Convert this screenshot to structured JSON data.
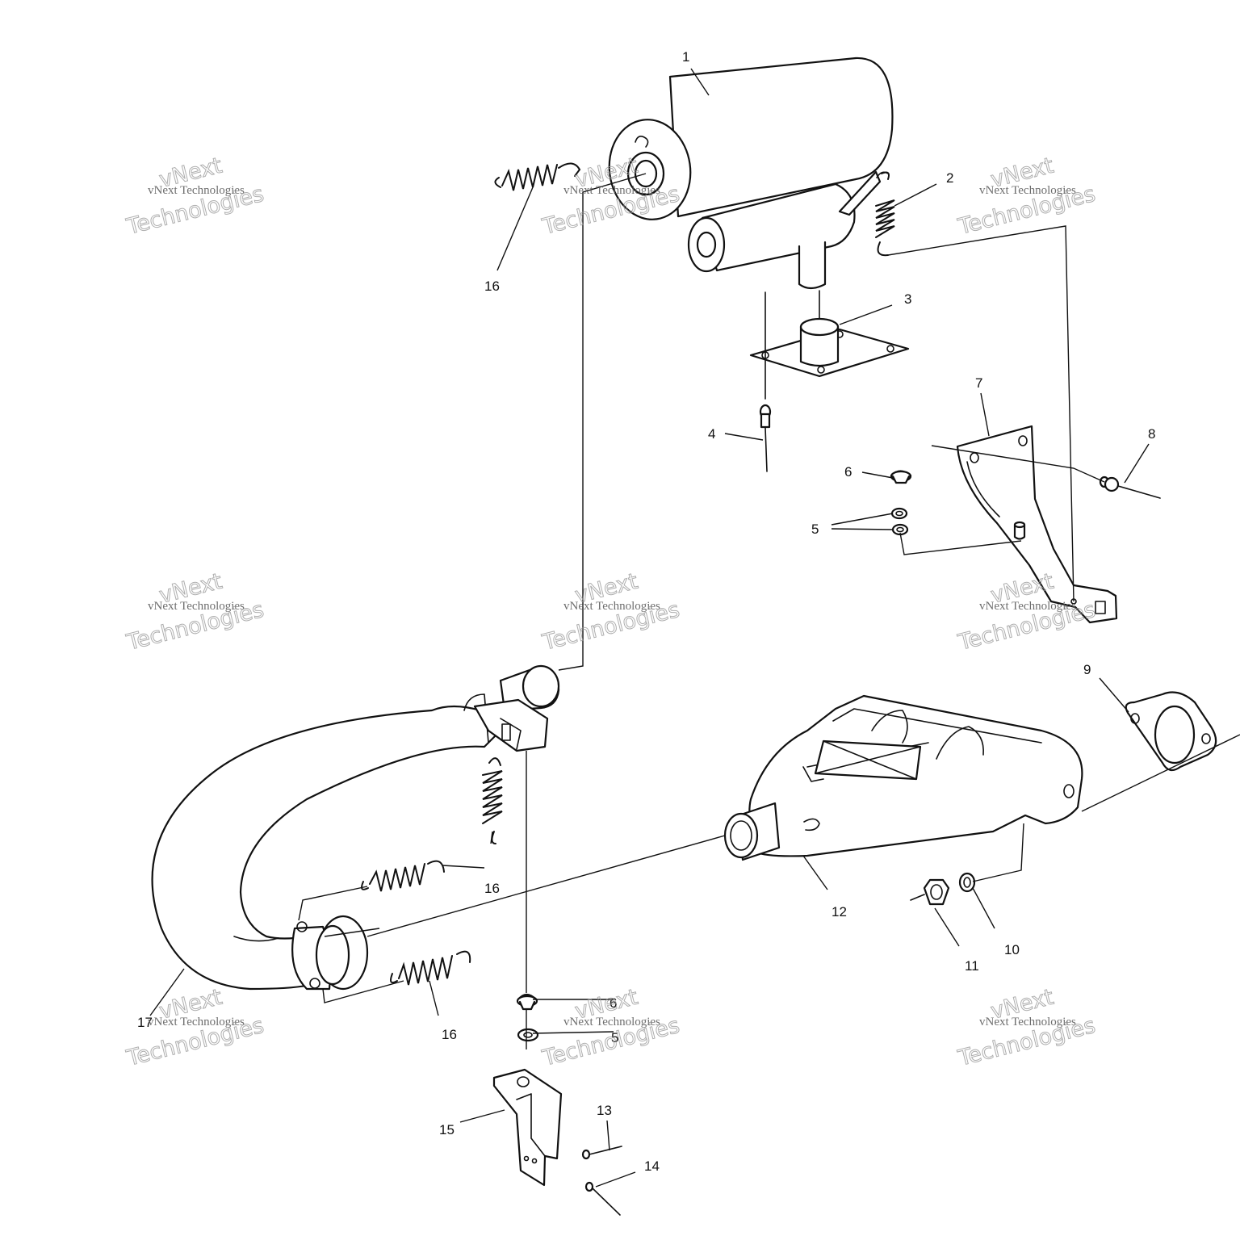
{
  "callouts": [
    {
      "id": "c1",
      "text": "1"
    },
    {
      "id": "c2",
      "text": "2"
    },
    {
      "id": "c3",
      "text": "3"
    },
    {
      "id": "c4",
      "text": "4"
    },
    {
      "id": "c5a",
      "text": "5"
    },
    {
      "id": "c5b",
      "text": "5"
    },
    {
      "id": "c6a",
      "text": "6"
    },
    {
      "id": "c6b",
      "text": "6"
    },
    {
      "id": "c7",
      "text": "7"
    },
    {
      "id": "c8",
      "text": "8"
    },
    {
      "id": "c9",
      "text": "9"
    },
    {
      "id": "c10",
      "text": "10"
    },
    {
      "id": "c11",
      "text": "11"
    },
    {
      "id": "c12",
      "text": "12"
    },
    {
      "id": "c13",
      "text": "13"
    },
    {
      "id": "c14",
      "text": "14"
    },
    {
      "id": "c15",
      "text": "15"
    },
    {
      "id": "c16a",
      "text": "16"
    },
    {
      "id": "c16b",
      "text": "16"
    },
    {
      "id": "c16c",
      "text": "16"
    },
    {
      "id": "c17",
      "text": "17"
    }
  ],
  "watermark": {
    "line1": "vNext Technologies",
    "line2a": "vNext",
    "line2b": "Technologies"
  }
}
